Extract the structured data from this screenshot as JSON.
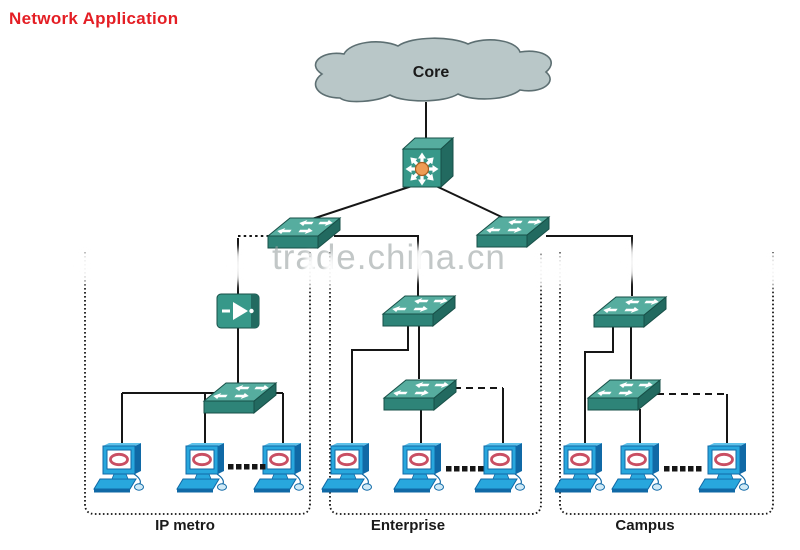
{
  "title": "Network Application",
  "watermark": "trade.china.cn",
  "core": {
    "label": "Core"
  },
  "sections": [
    {
      "id": "ip-metro",
      "label": "IP metro",
      "devices": [
        "media-converter",
        "workgroup-switch"
      ],
      "visible_pc_count": 3,
      "has_more_pcs": true
    },
    {
      "id": "enterprise",
      "label": "Enterprise",
      "devices": [
        "workgroup-switch",
        "workgroup-switch"
      ],
      "visible_pc_count": 3,
      "has_more_pcs": true
    },
    {
      "id": "campus",
      "label": "Campus",
      "devices": [
        "workgroup-switch",
        "workgroup-switch"
      ],
      "visible_pc_count": 3,
      "has_more_pcs": true
    }
  ],
  "icons": {
    "core_cloud": "cloud-shape",
    "core_router": "multilayer-switch-icon",
    "distribution_switch": "workgroup-switch-icon",
    "access_device": "media-converter-icon",
    "workstation": "pc-icon",
    "ellipsis": "more-pcs-ellipsis"
  },
  "colors": {
    "title_red": "#e41e24",
    "line": "#161616",
    "cloud_fill": "#b9c7c8",
    "cloud_stroke": "#5d6f72",
    "sw_top": "#56ad9f",
    "sw_front": "#2e8478",
    "sw_side": "#226a60",
    "sw_edge": "#174f47",
    "mls_front": "#379889",
    "accent_orange": "#ee9c55",
    "accent_orange_dark": "#a85f22",
    "pc_blue": "#28a7dd",
    "pc_dark": "#1069a6",
    "pc_mid": "#5fc2ea",
    "oval_red": "#c94f63",
    "watermark_gray": "#9ea6a6",
    "label_black": "#1a1a1a"
  }
}
